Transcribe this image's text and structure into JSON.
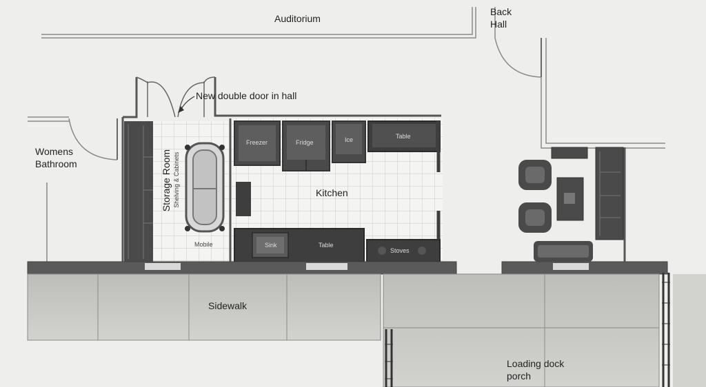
{
  "labels": {
    "auditorium": "Auditorium",
    "back_hall_1": "Back",
    "back_hall_2": "Hall",
    "new_door": "New double door in hall",
    "womens_1": "Womens",
    "womens_2": "Bathroom",
    "storage_room": "Storage Room",
    "storage_sub": "Shelving & Cabinets",
    "mobile": "Mobile",
    "kitchen": "Kitchen",
    "freezer": "Freezer",
    "fridge": "Fridge",
    "ice": "Ice",
    "table_top": "Table",
    "sink": "Sink",
    "table_bottom": "Table",
    "stoves": "Stoves",
    "sidewalk": "Sidewalk",
    "loading_1": "Loading dock",
    "loading_2": "porch"
  },
  "colors": {
    "wall": "#555555",
    "floor": "#f4f4f2",
    "tile_line": "#c8c8c8",
    "appliance": "#4a4a4a",
    "counter": "#3e3e3e",
    "concrete": "#c9c9c6",
    "background": "#eeeeec"
  }
}
